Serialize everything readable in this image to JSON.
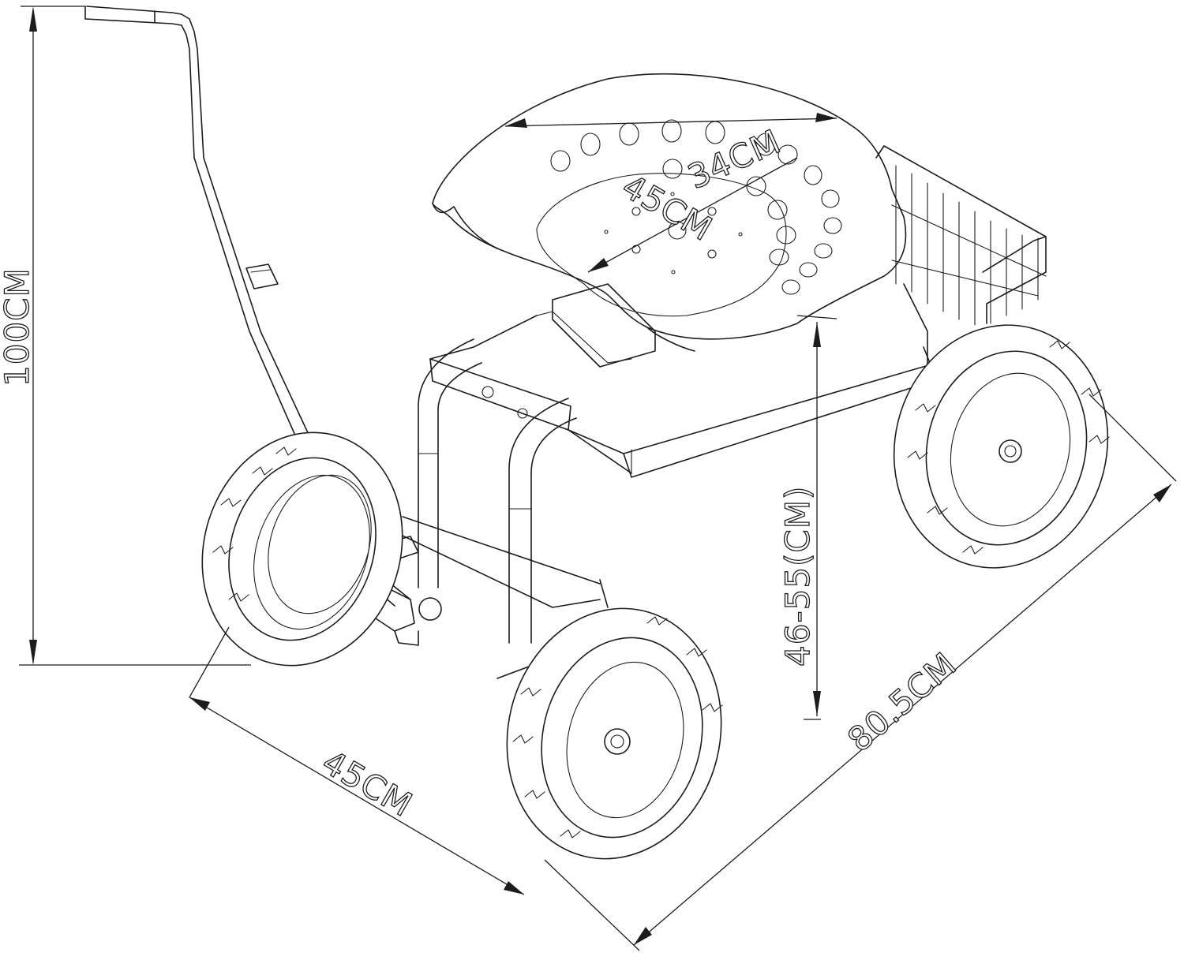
{
  "diagram": {
    "colors": {
      "line": "#1c1c1c",
      "background": "#ffffff"
    },
    "dimensions": {
      "height_total": "100CM",
      "seat_width": "34CM",
      "seat_length": "45CM",
      "seat_height": "46-55(CM)",
      "wheelbase_width": "45CM",
      "overall_length": "80.5CM"
    }
  }
}
